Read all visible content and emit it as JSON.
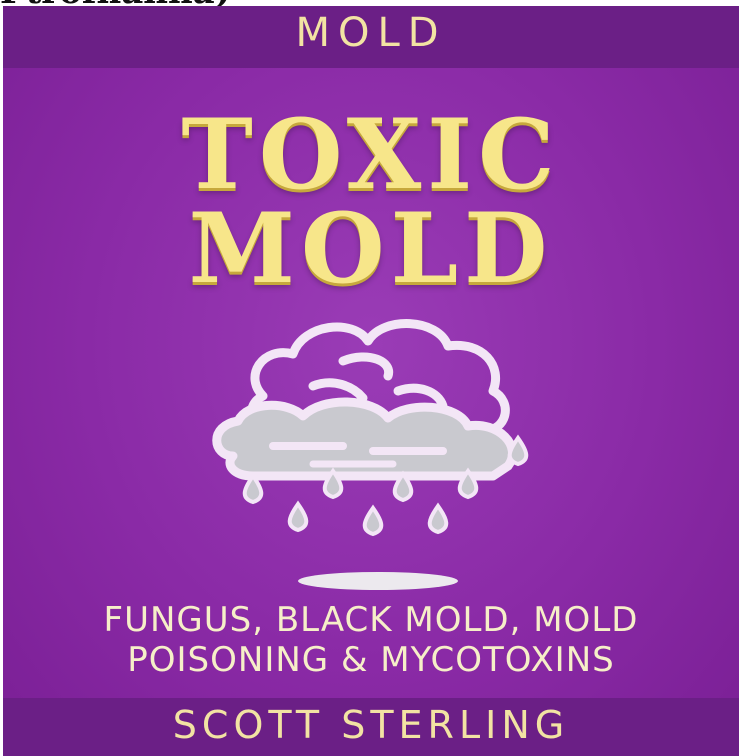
{
  "header": {
    "cutoff_text": "Ptrofnanna)"
  },
  "cover": {
    "series_label": "MOLD",
    "title_line1": "TOXIC",
    "title_line2": "MOLD",
    "subtitle_line1": "FUNGUS, BLACK MOLD, MOLD",
    "subtitle_line2": "POISONING & MYCOTOXINS",
    "author": "SCOTT STERLING",
    "colors": {
      "background": "#8a2aa6",
      "band": "#6b1f86",
      "title": "#f7e68a",
      "text": "#f6efc8"
    },
    "illustration_icon": "brain-cloud-rain-icon"
  }
}
